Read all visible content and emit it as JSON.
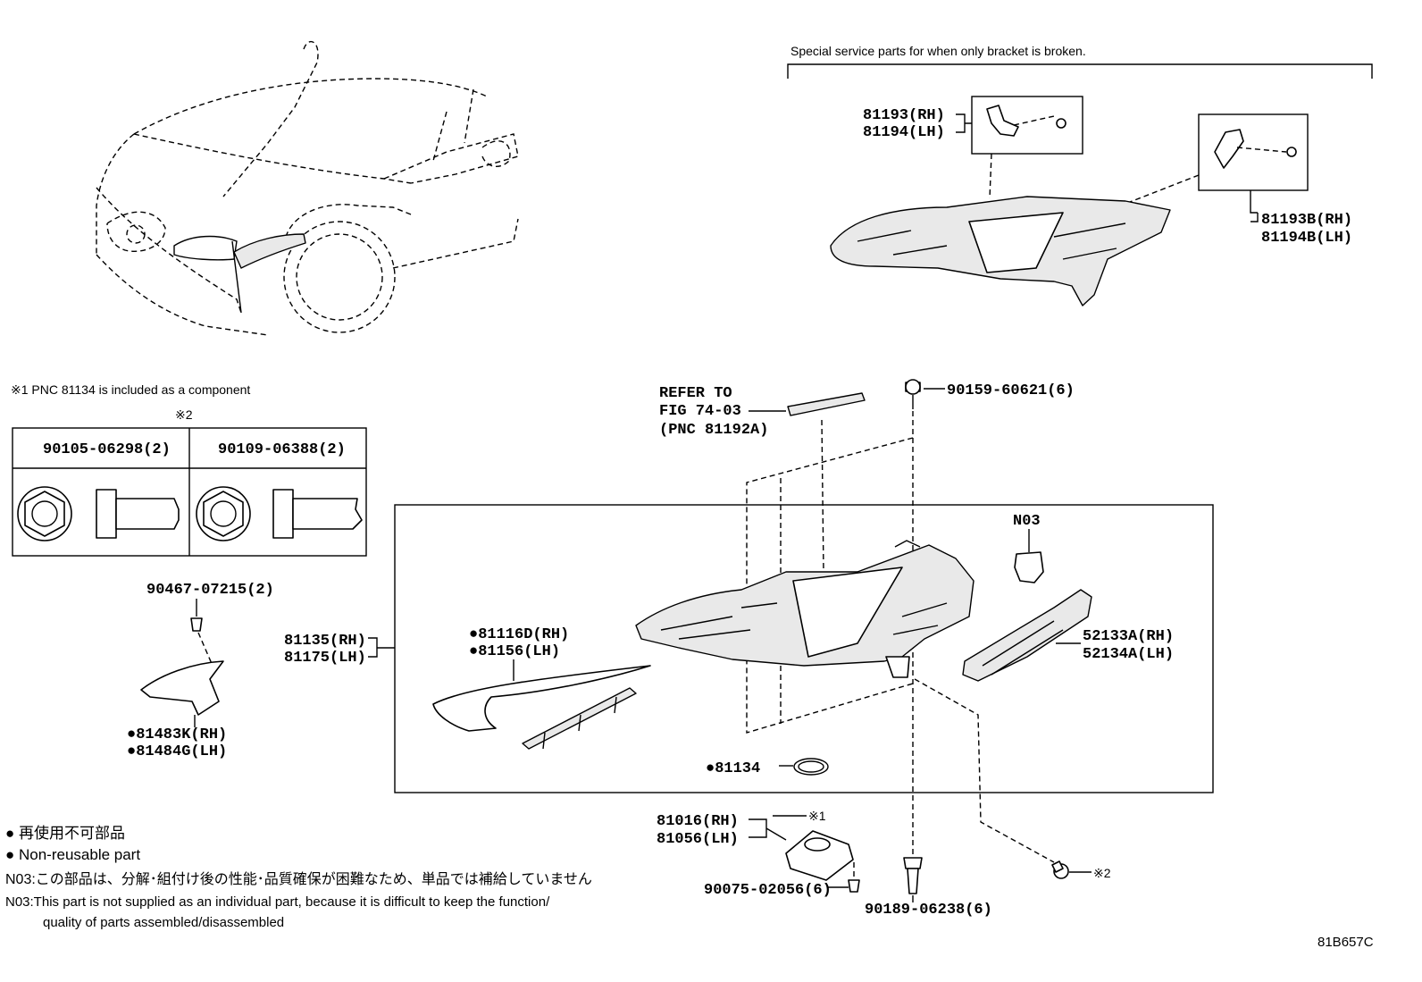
{
  "header_note": "Special service parts for when only bracket is broken.",
  "footnote_pnc": "※1 PNC 81134 is included as a component",
  "marker_2": "※2",
  "marker_1": "※1",
  "fastener_table": {
    "col1_part": "90105-06298(2)",
    "col2_part": "90109-06388(2)"
  },
  "parts": {
    "bracket_rh": "81193(RH)",
    "bracket_lh": "81194(LH)",
    "bracket_b_rh": "81193B(RH)",
    "bracket_b_lh": "81194B(LH)",
    "refer_line1": "REFER TO",
    "refer_line2": "FIG 74-03",
    "refer_line3": "(PNC 81192A)",
    "bolt_top": "90159-60621(6)",
    "n03": "N03",
    "lamp_rh": "81135(RH)",
    "lamp_lh": "81175(LH)",
    "cover_rh": "●81116D(RH)",
    "cover_lh": "●81156(LH)",
    "bracket_52_rh": "52133A(RH)",
    "bracket_52_lh": "52134A(LH)",
    "clip": "90467-07215(2)",
    "mould_rh": "●81483K(RH)",
    "mould_lh": "●81484G(LH)",
    "gasket": "●81134",
    "computer_rh": "81016(RH)",
    "computer_lh": "81056(LH)",
    "screw": "90075-02056(6)",
    "bolt_bottom": "90189-06238(6)"
  },
  "legend": {
    "jp_nonreusable": "● 再使用不可部品",
    "en_nonreusable": "● Non-reusable part",
    "n03_jp": "N03:この部品は、分解･組付け後の性能･品質確保が困難なため、単品では補給していません",
    "n03_en_line1": "N03:This part is not supplied as an individual part, because it is difficult to keep the function/",
    "n03_en_line2": "quality of parts assembled/disassembled"
  },
  "figure_code": "81B657C"
}
